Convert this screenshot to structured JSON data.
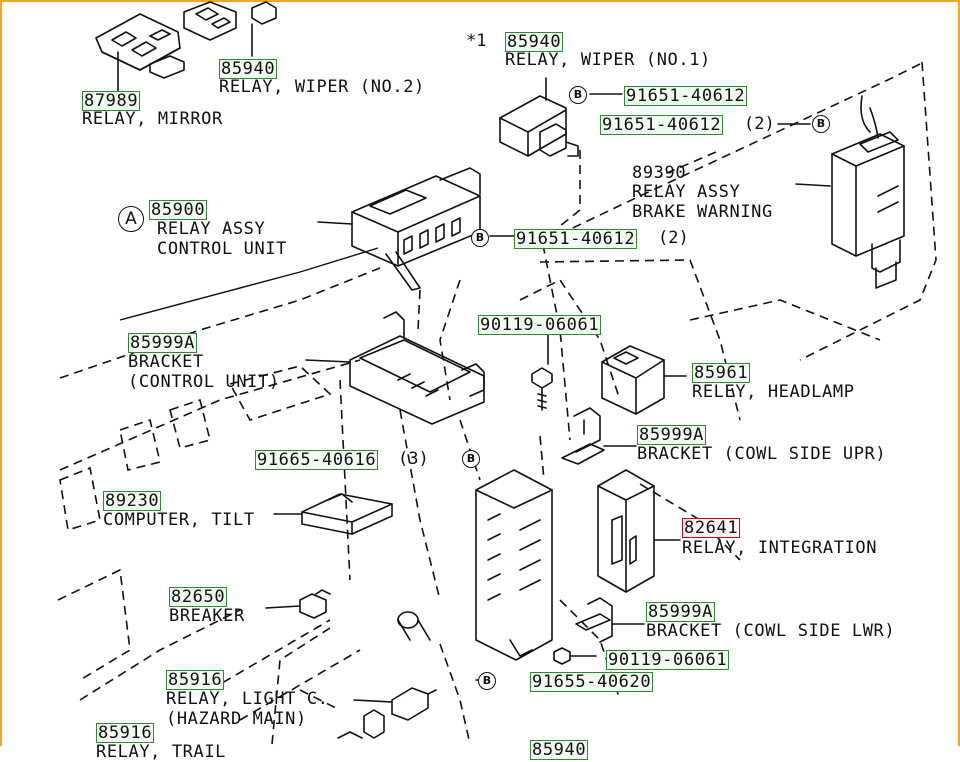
{
  "frame_color": "#f5a623",
  "part_box_color": "#2e8b2e",
  "highlight_box_color": "#d0021b",
  "parts": [
    {
      "id": "p87989",
      "number": "87989",
      "name": "RELAY, MIRROR"
    },
    {
      "id": "p85940b",
      "number": "85940",
      "name": "RELAY, WIPER (NO.2)"
    },
    {
      "id": "p85940a",
      "number": "85940",
      "name": "RELAY, WIPER (NO.1)",
      "note": "*1"
    },
    {
      "id": "p91651a",
      "number": "91651-40612",
      "ref": "B"
    },
    {
      "id": "p91651b",
      "number": "91651-40612",
      "qty": "(2)",
      "ref": "B"
    },
    {
      "id": "p89390",
      "number": "89390",
      "name": "RELAY ASSY\nBRAKE WARNING"
    },
    {
      "id": "p85900",
      "number": "85900",
      "name": "RELAY ASSY\nCONTROL UNIT",
      "ref": "A"
    },
    {
      "id": "p91651c",
      "number": "91651-40612",
      "qty": "(2)",
      "ref": "B"
    },
    {
      "id": "p85999a1",
      "number": "85999A",
      "name": "BRACKET\n(CONTROL UNIT)"
    },
    {
      "id": "p90119a",
      "number": "90119-06061"
    },
    {
      "id": "p85961",
      "number": "85961",
      "name": "RELEY, HEADLAMP"
    },
    {
      "id": "p85999a2",
      "number": "85999A",
      "name": "BRACKET (COWL SIDE UPR)"
    },
    {
      "id": "p91665",
      "number": "91665-40616",
      "qty": "(3)",
      "ref": "B"
    },
    {
      "id": "p89230",
      "number": "89230",
      "name": "COMPUTER, TILT"
    },
    {
      "id": "p82641",
      "number": "82641",
      "name": "RELAY, INTEGRATION",
      "highlight": true
    },
    {
      "id": "p82650",
      "number": "82650",
      "name": "BREAKER"
    },
    {
      "id": "p85999a3",
      "number": "85999A",
      "name": "BRACKET (COWL SIDE LWR)"
    },
    {
      "id": "p90119b",
      "number": "90119-06061"
    },
    {
      "id": "p85916a",
      "number": "85916",
      "name": "RELAY, LIGHT C.\n(HAZARD MAIN)"
    },
    {
      "id": "p91655",
      "number": "91655-40620",
      "ref": "B"
    },
    {
      "id": "p85916b",
      "number": "85916",
      "name": "RELAY, TRAIL"
    },
    {
      "id": "p85940c",
      "number": "85940"
    }
  ]
}
